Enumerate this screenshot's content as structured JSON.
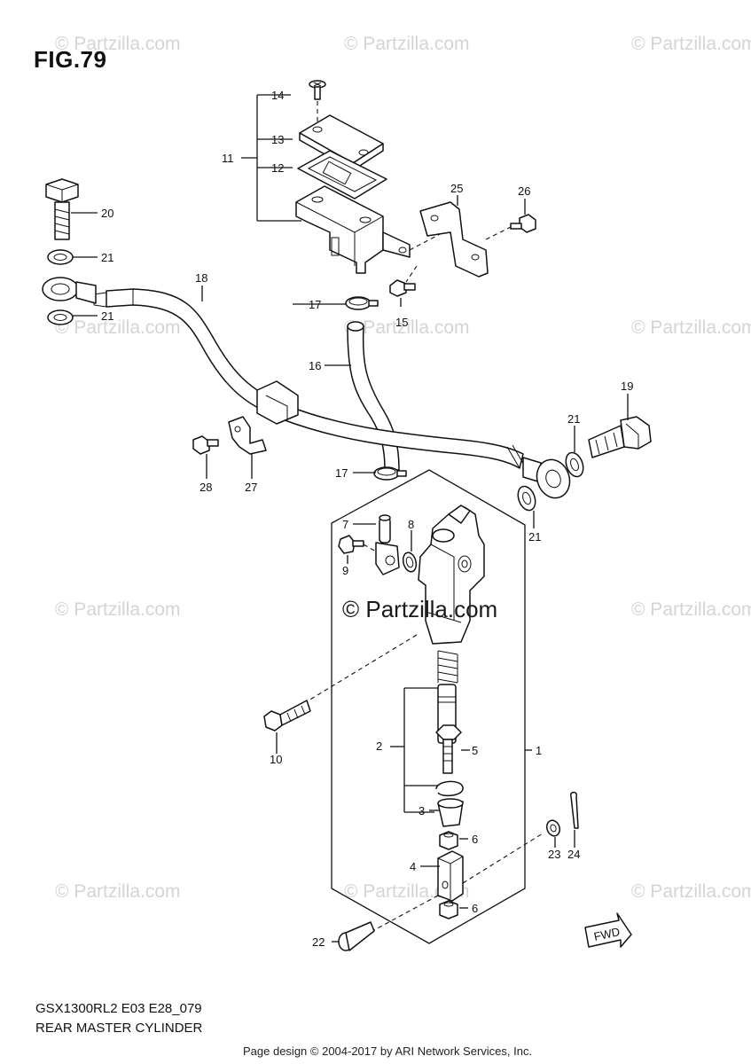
{
  "figure": {
    "title": "FIG.79",
    "model_code": "GSX1300RL2 E03 E28_079",
    "model_name": "REAR MASTER CYLINDER",
    "footer": "Page design © 2004-2017 by ARI Network Services, Inc.",
    "watermark": "© Partzilla.com",
    "fwd_label": "FWD"
  },
  "callouts": [
    {
      "id": "1",
      "label": "1"
    },
    {
      "id": "2",
      "label": "2"
    },
    {
      "id": "3",
      "label": "3"
    },
    {
      "id": "4",
      "label": "4"
    },
    {
      "id": "5",
      "label": "5"
    },
    {
      "id": "6a",
      "label": "6"
    },
    {
      "id": "6b",
      "label": "6"
    },
    {
      "id": "7",
      "label": "7"
    },
    {
      "id": "8",
      "label": "8"
    },
    {
      "id": "9",
      "label": "9"
    },
    {
      "id": "10",
      "label": "10"
    },
    {
      "id": "11",
      "label": "11"
    },
    {
      "id": "12",
      "label": "12"
    },
    {
      "id": "13",
      "label": "13"
    },
    {
      "id": "14",
      "label": "14"
    },
    {
      "id": "15",
      "label": "15"
    },
    {
      "id": "16",
      "label": "16"
    },
    {
      "id": "17a",
      "label": "17"
    },
    {
      "id": "17b",
      "label": "17"
    },
    {
      "id": "18",
      "label": "18"
    },
    {
      "id": "19",
      "label": "19"
    },
    {
      "id": "20",
      "label": "20"
    },
    {
      "id": "21a",
      "label": "21"
    },
    {
      "id": "21b",
      "label": "21"
    },
    {
      "id": "21c",
      "label": "21"
    },
    {
      "id": "21d",
      "label": "21"
    },
    {
      "id": "22",
      "label": "22"
    },
    {
      "id": "23",
      "label": "23"
    },
    {
      "id": "24",
      "label": "24"
    },
    {
      "id": "25",
      "label": "25"
    },
    {
      "id": "26",
      "label": "26"
    },
    {
      "id": "27",
      "label": "27"
    },
    {
      "id": "28",
      "label": "28"
    }
  ]
}
